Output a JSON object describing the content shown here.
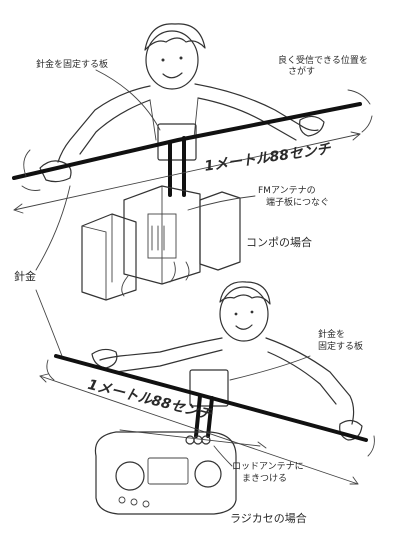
{
  "top": {
    "label_plate": "針金を固定する板",
    "label_position": [
      "良く受信できる位置を",
      "さがす"
    ],
    "label_length": "1メートル88センチ",
    "label_connect": [
      "FMアンテナの",
      "端子板につなぐ"
    ],
    "caption": "コンポの場合"
  },
  "middle": {
    "label_wire": "針金"
  },
  "bottom": {
    "label_plate": [
      "針金を",
      "固定する板"
    ],
    "label_length": "1メートル88センチ",
    "label_rod": [
      "ロッドアンテナに",
      "まきつける"
    ],
    "caption": "ラジカセの場合"
  }
}
